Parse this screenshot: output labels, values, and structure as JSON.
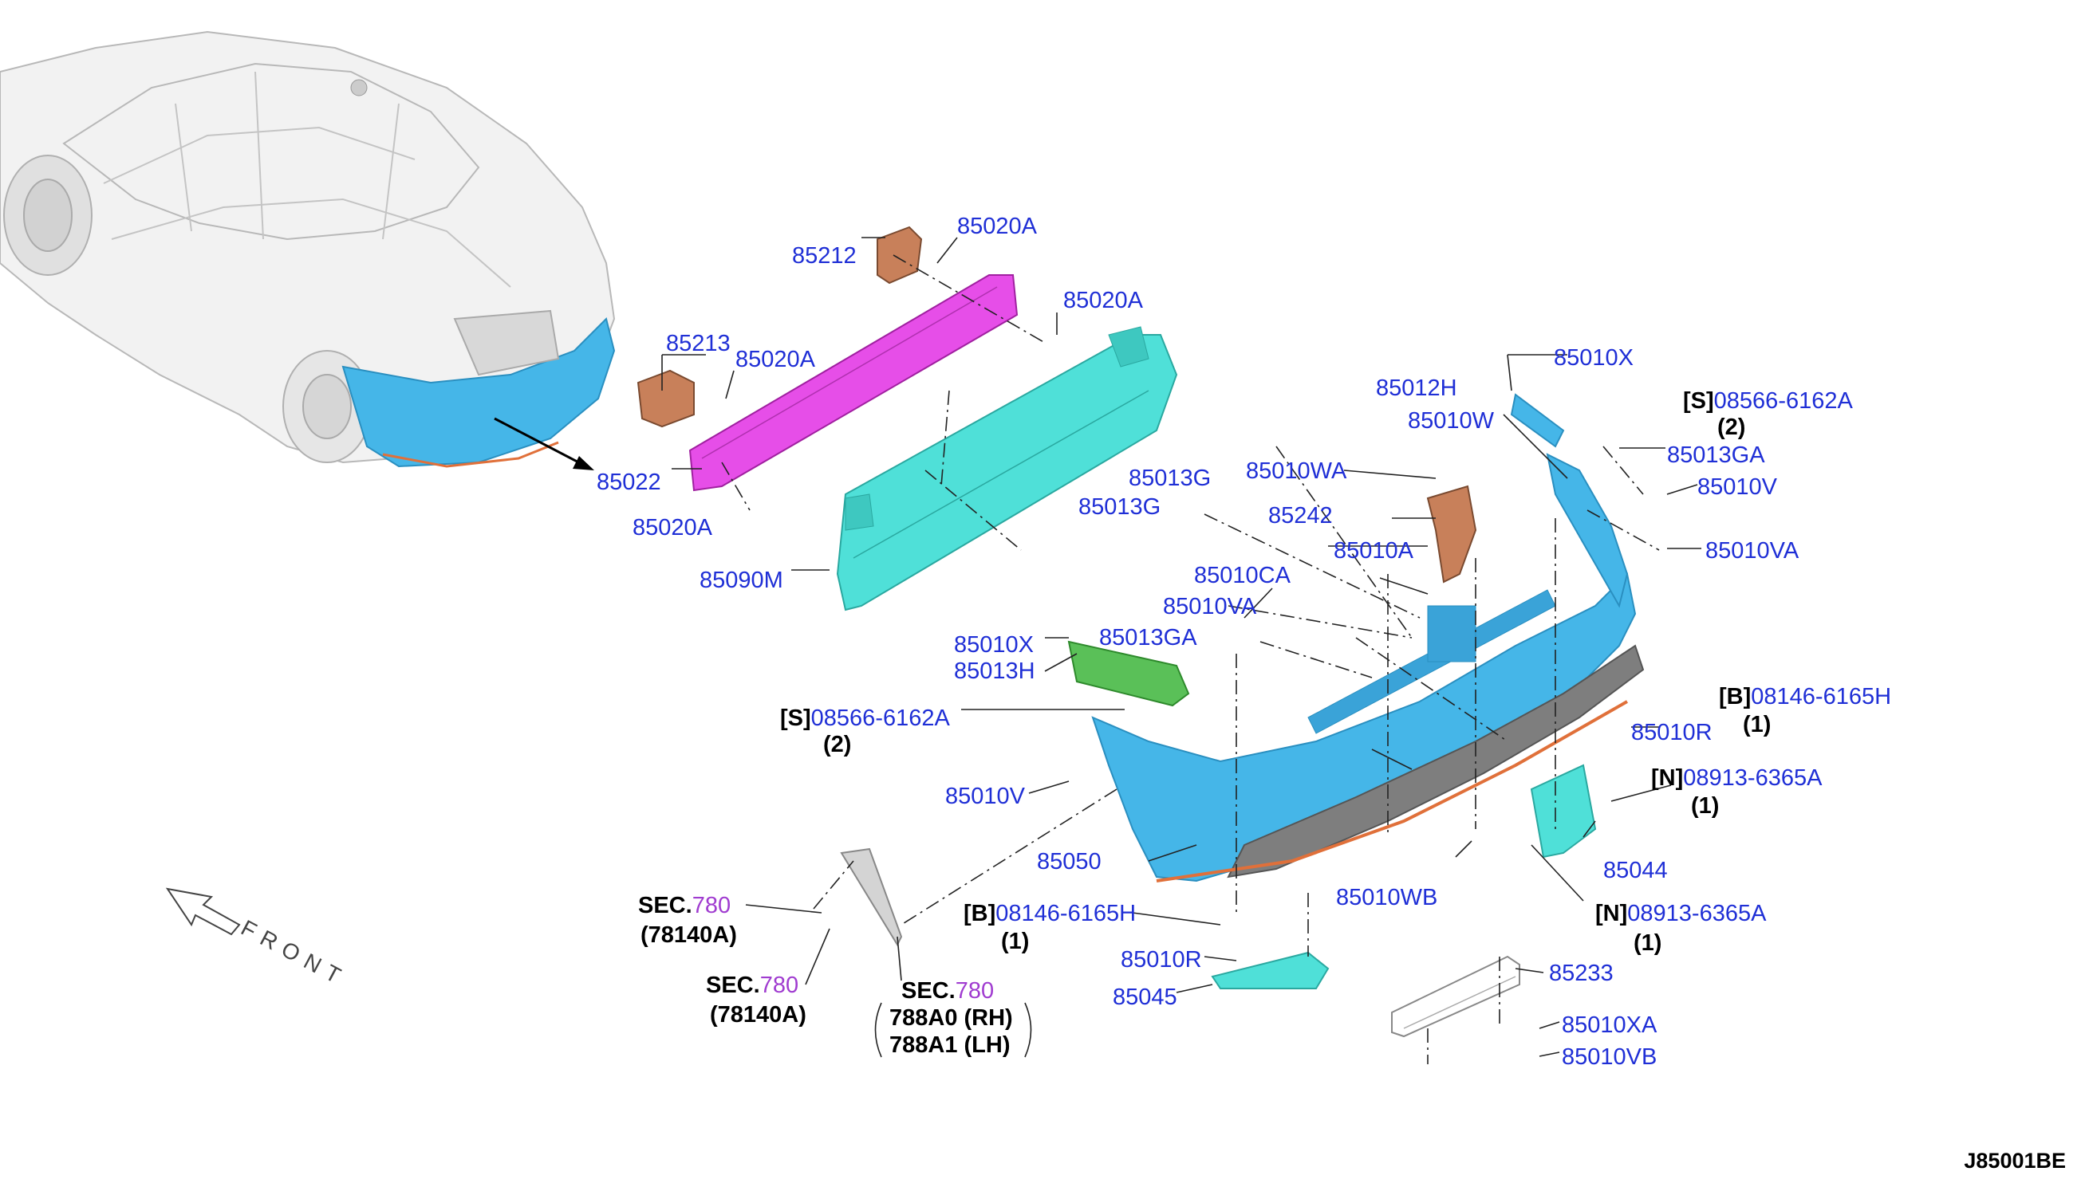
{
  "diagram_id": "J85001BE",
  "front_label": "FRONT",
  "colors": {
    "part_number": "#1f2fd6",
    "sec_number": "#a03cd0",
    "bumper_fascia": "#45b6e8",
    "reinforcement": "#e64ee8",
    "absorber": "#4fe0d8",
    "bracket": "#c8805a"
  },
  "labels": [
    {
      "id": "l-85020A-top",
      "text": "85020A"
    },
    {
      "id": "l-85212",
      "text": "85212"
    },
    {
      "id": "l-85020A-mid",
      "text": "85020A"
    },
    {
      "id": "l-85213",
      "text": "85213"
    },
    {
      "id": "l-85020A-left",
      "text": "85020A"
    },
    {
      "id": "l-85022",
      "text": "85022"
    },
    {
      "id": "l-85020A-bot",
      "text": "85020A"
    },
    {
      "id": "l-85090M",
      "text": "85090M"
    },
    {
      "id": "l-85010X-top",
      "text": "85010X"
    },
    {
      "id": "l-85012H",
      "text": "85012H"
    },
    {
      "id": "l-85010W",
      "text": "85010W"
    },
    {
      "id": "l-85013GA-right",
      "text": "85013GA"
    },
    {
      "id": "l-85010V-right",
      "text": "85010V"
    },
    {
      "id": "l-85010VA-right",
      "text": "85010VA"
    },
    {
      "id": "l-85013G-a",
      "text": "85013G"
    },
    {
      "id": "l-85013G-b",
      "text": "85013G"
    },
    {
      "id": "l-85010WA",
      "text": "85010WA"
    },
    {
      "id": "l-85242",
      "text": "85242"
    },
    {
      "id": "l-85010A",
      "text": "85010A"
    },
    {
      "id": "l-85010CA",
      "text": "85010CA"
    },
    {
      "id": "l-85010VA-mid",
      "text": "85010VA"
    },
    {
      "id": "l-85010X-left",
      "text": "85010X"
    },
    {
      "id": "l-85013GA-left",
      "text": "85013GA"
    },
    {
      "id": "l-85013H",
      "text": "85013H"
    },
    {
      "id": "l-85010V-left",
      "text": "85010V"
    },
    {
      "id": "l-85050",
      "text": "85050"
    },
    {
      "id": "l-85010R-right",
      "text": "85010R"
    },
    {
      "id": "l-85044",
      "text": "85044"
    },
    {
      "id": "l-85010WB",
      "text": "85010WB"
    },
    {
      "id": "l-85010R-bot",
      "text": "85010R"
    },
    {
      "id": "l-85045",
      "text": "85045"
    },
    {
      "id": "l-85233",
      "text": "85233"
    },
    {
      "id": "l-85010XA",
      "text": "85010XA"
    },
    {
      "id": "l-85010VB",
      "text": "85010VB"
    }
  ],
  "fasteners": [
    {
      "id": "f-s-right",
      "prefix": "[S]",
      "number": "08566-6162A",
      "qty": "(2)"
    },
    {
      "id": "f-s-left",
      "prefix": "[S]",
      "number": "08566-6162A",
      "qty": "(2)"
    },
    {
      "id": "f-b-right",
      "prefix": "[B]",
      "number": "08146-6165H",
      "qty": "(1)"
    },
    {
      "id": "f-b-left",
      "prefix": "[B]",
      "number": "08146-6165H",
      "qty": "(1)"
    },
    {
      "id": "f-n-top",
      "prefix": "[N]",
      "number": "08913-6365A",
      "qty": "(1)"
    },
    {
      "id": "f-n-bot",
      "prefix": "[N]",
      "number": "08913-6365A",
      "qty": "(1)"
    }
  ],
  "sections": [
    {
      "id": "s1",
      "prefix": "SEC.",
      "number": "780",
      "lines": [
        "(78140A)"
      ]
    },
    {
      "id": "s2",
      "prefix": "SEC.",
      "number": "780",
      "lines": [
        "(78140A)"
      ]
    },
    {
      "id": "s3",
      "prefix": "SEC.",
      "number": "780",
      "lines": [
        "788A0 (RH)",
        "788A1 (LH)"
      ]
    }
  ]
}
